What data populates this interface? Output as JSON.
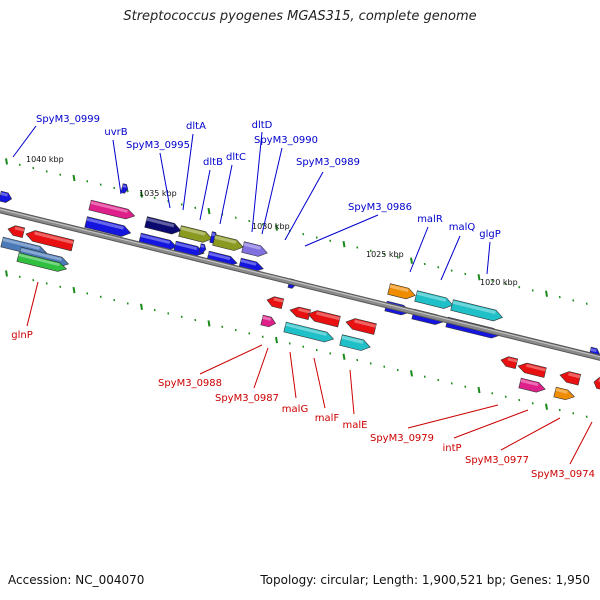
{
  "title": "Streptococcus pyogenes MGAS315, complete genome",
  "footer": {
    "accession": "Accession: NC_004070",
    "topology": "Topology: circular; Length: 1,900,521 bp; Genes: 1,950"
  },
  "colors": {
    "backbone": "#8a8a8a",
    "tick": "#1a8a1a",
    "label_forward": "#0000cc",
    "label_reverse": "#cc0000"
  },
  "kbp_labels": [
    "1040 kbp",
    "1035 kbp",
    "1030 kbp",
    "1025 kbp",
    "1020 kbp"
  ],
  "forward_labels": [
    "SpyM3_0999",
    "uvrB",
    "SpyM3_0995",
    "dltA",
    "dltB",
    "dltC",
    "dltD",
    "SpyM3_0990",
    "SpyM3_0989",
    "SpyM3_0986",
    "malR",
    "malQ",
    "glgP"
  ],
  "reverse_labels": [
    "glnP",
    "SpyM3_0988",
    "SpyM3_0987",
    "malG",
    "malF",
    "malE",
    "SpyM3_0979",
    "intP",
    "SpyM3_0977",
    "SpyM3_0974"
  ],
  "gene_colors": {
    "blue": "#1515e0",
    "navy": "#0a0a70",
    "olive": "#8a9a20",
    "lavender": "#8070e0",
    "pink": "#e0208a",
    "cyan": "#20c0c8",
    "orange": "#f08c00",
    "red": "#e81010",
    "steel": "#4a7ab8",
    "green": "#30c040"
  }
}
